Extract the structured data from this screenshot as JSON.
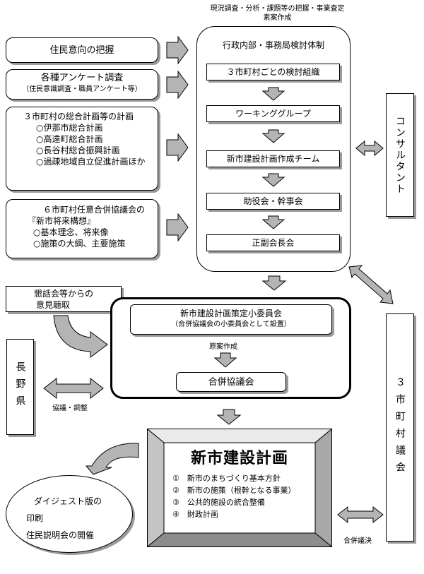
{
  "header": {
    "caption_line1": "現況調査・分析・課題等の把握・事業査定",
    "caption_line2": "素案作成"
  },
  "left_inputs": {
    "resident_intent": "住民意向の把握",
    "survey_title": "各種アンケート調査",
    "survey_sub": "（住民意識調査・職員アンケート等）",
    "plans_title": "３市町村の総合計画等の計画",
    "plans_items": [
      "○伊那市総合計画",
      "○高遠町総合計画",
      "○長谷村総合振興計画",
      "○過疎地域自立促進計画ほか"
    ],
    "council_title": "６市町村任意合併協議会の",
    "council_sub": "『新市将来構想』",
    "council_items": [
      "○基本理念、将来像",
      "○施策の大綱、主要施策"
    ]
  },
  "admin_panel": {
    "title": "行政内部・事務局検討体制",
    "steps": [
      "３市町村ごとの検討組織",
      "ワーキンググループ",
      "新市建設計画作成チーム",
      "助役会・幹事会",
      "正副会長会"
    ]
  },
  "consultant": "コンサルタント",
  "roundtable": {
    "line1": "懇話会等からの",
    "line2": "意見聴取"
  },
  "committee": {
    "title": "新市建設計画策定小委員会",
    "sub": "（合併協議会の小委員会として設置）",
    "draft_label": "原案作成",
    "merger_council": "合併協議会"
  },
  "nagano": "長野県",
  "consult_label": "協議・調整",
  "assembly": "３市町村議会",
  "merger_vote": "合併議決",
  "plan": {
    "title": "新市建設計画",
    "items": [
      "①　新市のまちづくり基本方針",
      "②　新市の施策（根幹となる事業）",
      "③　公共的施設の統合整備",
      "④　財政計画"
    ]
  },
  "digest": {
    "line1": "ダイジェスト版の",
    "line2": "印刷",
    "line3": "住民説明会の開催"
  },
  "colors": {
    "arrow_fill": "#b4b4b4",
    "shadow": "#9a9a9a",
    "bevel": "#d0d0d0"
  }
}
